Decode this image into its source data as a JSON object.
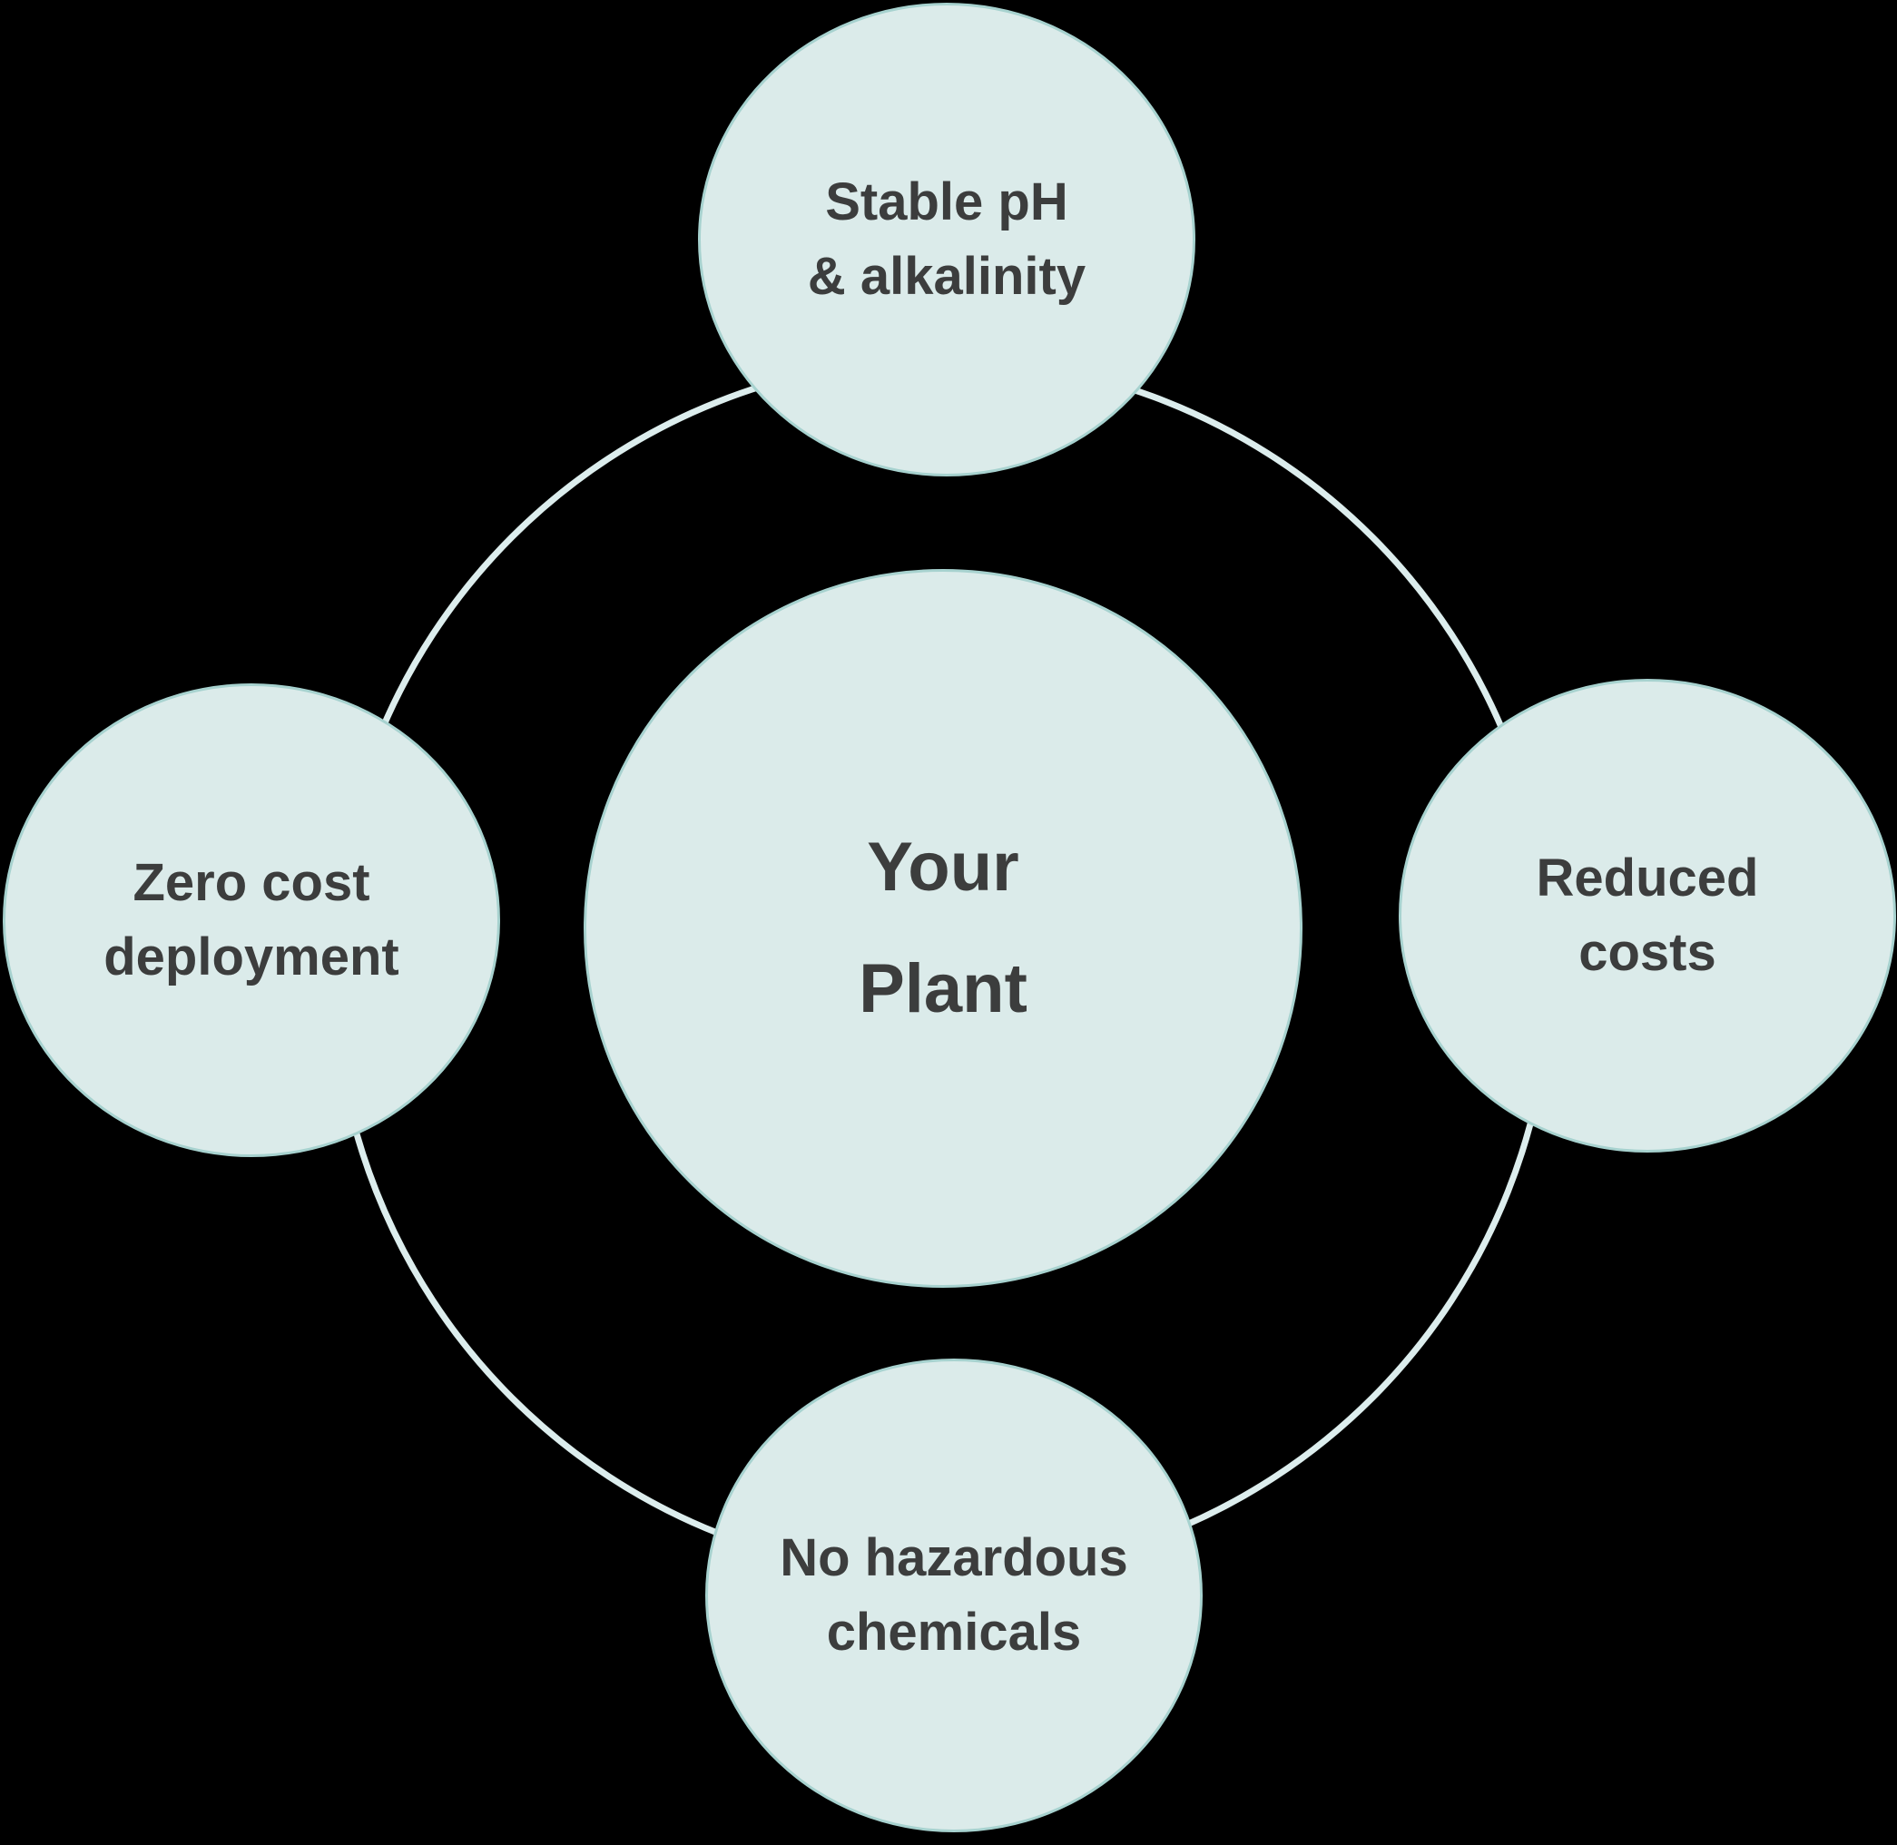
{
  "palette": {
    "background": "#000000",
    "circle_fill": "#dbebea",
    "circle_border": "#a7d2cf",
    "ring_color": "#dceded",
    "text_color": "#3c3d3d"
  },
  "diagram": {
    "center": {
      "line1": "Your",
      "line2": "Plant"
    },
    "top": {
      "line1": "Stable pH",
      "line2": "& alkalinity"
    },
    "left": {
      "line1": "Zero cost",
      "line2": "deployment"
    },
    "right": {
      "line1": "Reduced",
      "line2": "costs"
    },
    "bottom": {
      "line1": "No hazardous",
      "line2": "chemicals"
    }
  }
}
